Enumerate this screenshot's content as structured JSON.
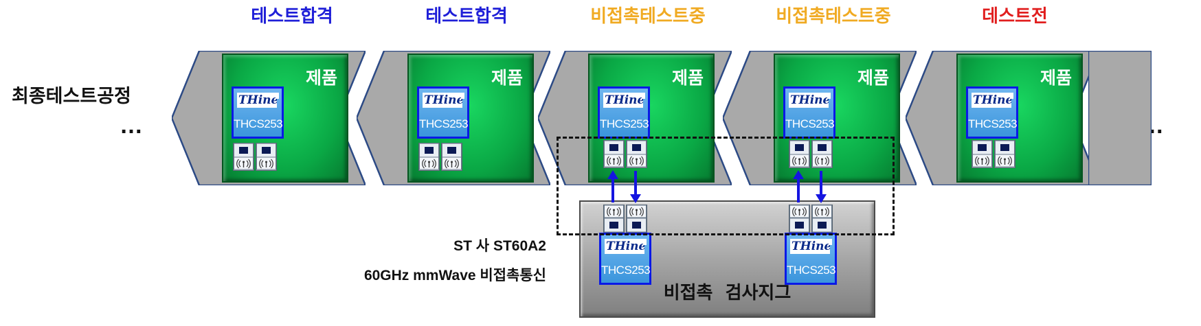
{
  "statuses": [
    {
      "text": "테스트합격",
      "color": "#1f1fd8"
    },
    {
      "text": "테스트합격",
      "color": "#1f1fd8"
    },
    {
      "text": "비접촉테스트중",
      "color": "#f0aa22"
    },
    {
      "text": "비접촉테스트중",
      "color": "#f0aa22"
    },
    {
      "text": "데스트전",
      "color": "#e11e1e"
    }
  ],
  "process_label": "최종테스트공정",
  "ellipsis": "…",
  "product_label": "제품",
  "chip": {
    "brand": "THine",
    "model": "THCS253"
  },
  "jig_label": "비접촉  검사지그",
  "captions": [
    "ST 사 ST60A2",
    "60GHz mmWave 비접촉통신"
  ],
  "colors": {
    "chevron_fill": "#a9a9a9",
    "chevron_stroke": "#2c4a85",
    "arrow": "#1515e0",
    "chip_border": "#0a19e6"
  },
  "icons": {
    "rf_module": "antenna-module-icon",
    "arrow": "arrow-icon"
  }
}
